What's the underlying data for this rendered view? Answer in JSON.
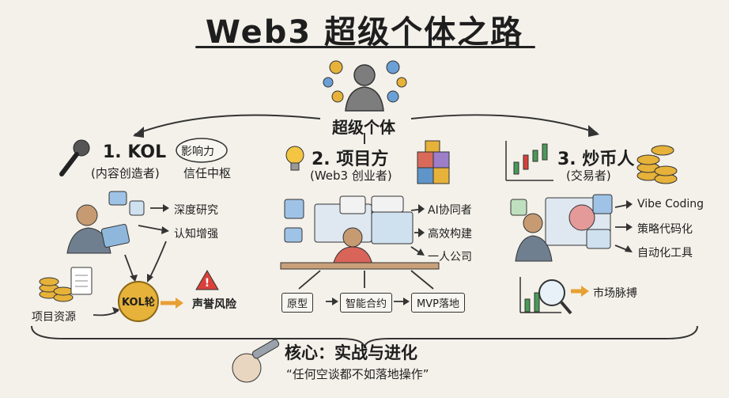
{
  "title": "Web3 超级个体之路",
  "center": {
    "label": "超级个体"
  },
  "kol": {
    "heading": "1. KOL",
    "subtitle": "(内容创造者)",
    "bubble": "影响力",
    "trust": "信任中枢",
    "activities": [
      "深度研究",
      "认知增强"
    ],
    "coin_label": "KOL轮",
    "resources": "项目资源",
    "risk": "声誉风险"
  },
  "builder": {
    "heading": "2. 项目方",
    "subtitle": "(Web3 创业者)",
    "traits": [
      "AI协同者",
      "高效构建",
      "一人公司"
    ],
    "flow": [
      "原型",
      "智能合约",
      "MVP落地"
    ]
  },
  "trader": {
    "heading": "3. 炒币人",
    "subtitle": "(交易者)",
    "traits": [
      "Vibe Coding",
      "策略代码化",
      "自动化工具"
    ],
    "market": "市场脉搏"
  },
  "core": {
    "title": "核心：实战与进化",
    "quote": "“任何空谈都不如落地操作”"
  },
  "colors": {
    "accent_orange": "#e8a033",
    "risk_red": "#d9413a",
    "coin_gold": "#e6b23a"
  }
}
